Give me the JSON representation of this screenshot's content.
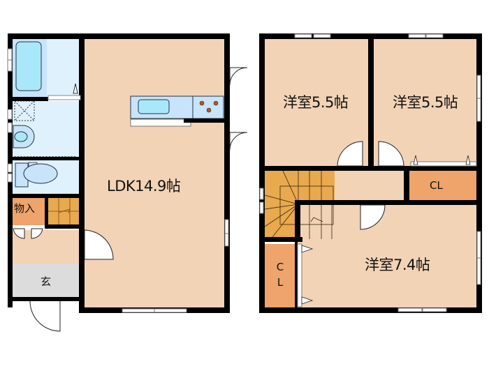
{
  "floor1": {
    "rooms": {
      "ldk": {
        "label": "LDK14.9帖",
        "type": "living-dining-kitchen",
        "size_jo": 14.9
      },
      "storage": {
        "label": "物入",
        "type": "storage"
      },
      "entrance": {
        "label": "玄",
        "type": "entrance"
      },
      "bathroom": {
        "label": "",
        "type": "bathroom"
      },
      "washroom": {
        "label": "",
        "type": "washroom"
      },
      "toilet": {
        "label": "",
        "type": "toilet"
      },
      "hall": {
        "label": "",
        "type": "hall"
      },
      "stairs": {
        "label": "",
        "type": "stairs"
      }
    },
    "fixtures": [
      "bathtub",
      "washing-machine-pan",
      "washbasin",
      "toilet-bowl",
      "kitchen-sink",
      "stove"
    ]
  },
  "floor2": {
    "rooms": {
      "western1": {
        "label": "洋室5.5帖",
        "type": "western-room",
        "size_jo": 5.5
      },
      "western2": {
        "label": "洋室5.5帖",
        "type": "western-room",
        "size_jo": 5.5
      },
      "western3": {
        "label": "洋室7.4帖",
        "type": "western-room",
        "size_jo": 7.4
      },
      "closet1": {
        "label": "CL",
        "type": "closet"
      },
      "closet2": {
        "label_line1": "C",
        "label_line2": "L",
        "type": "closet"
      },
      "hall": {
        "label": "",
        "type": "hall"
      },
      "stairs": {
        "label": "",
        "type": "stairs"
      }
    }
  },
  "colors": {
    "room": "#f2d3b6",
    "closet": "#eea46a",
    "stairs": "#e8a94f",
    "wet_area": "#dff1fd",
    "fixture": "#a9e8fb",
    "entrance": "#dcdcdc",
    "wall": "#000000"
  }
}
